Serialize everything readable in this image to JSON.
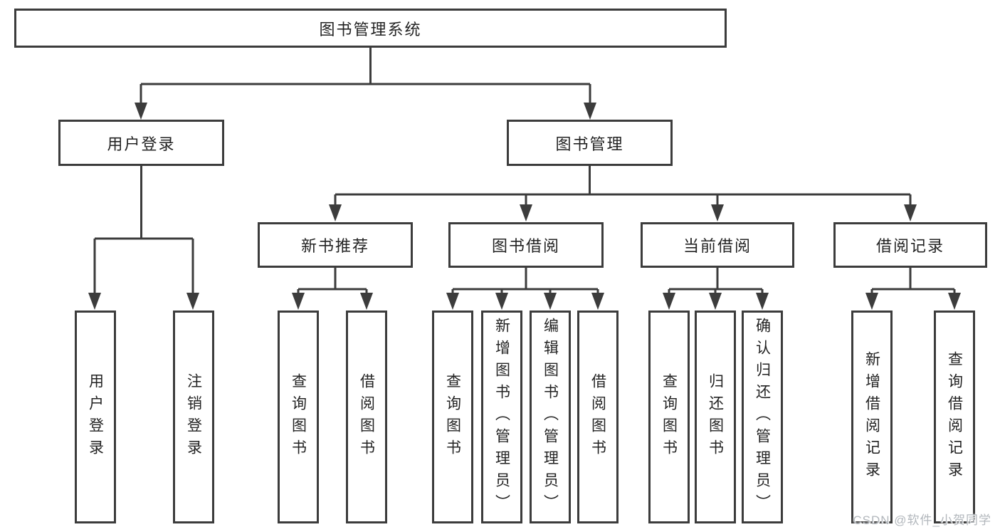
{
  "tree": {
    "root": {
      "label": "图书管理系统"
    },
    "branches": [
      {
        "label": "用户登录",
        "children": [
          {
            "label": "用户登录"
          },
          {
            "label": "注销登录"
          }
        ]
      },
      {
        "label": "图书管理",
        "groups": [
          {
            "label": "新书推荐",
            "children": [
              {
                "label": "查询图书"
              },
              {
                "label": "借阅图书"
              }
            ]
          },
          {
            "label": "图书借阅",
            "children": [
              {
                "label": "查询图书"
              },
              {
                "label": "新增图书（管理员）"
              },
              {
                "label": "编辑图书（管理员）"
              },
              {
                "label": "借阅图书"
              }
            ]
          },
          {
            "label": "当前借阅",
            "children": [
              {
                "label": "查询图书"
              },
              {
                "label": "归还图书"
              },
              {
                "label": "确认归还（管理员）"
              }
            ]
          },
          {
            "label": "借阅记录",
            "children": [
              {
                "label": "新增借阅记录"
              },
              {
                "label": "查询借阅记录"
              }
            ]
          }
        ]
      }
    ]
  },
  "watermark": "CSDN @软件_小贺同学",
  "colors": {
    "line": "#3c3c3c",
    "text": "#232323",
    "watermark": "#b2b7bc",
    "background": "#ffffff"
  }
}
